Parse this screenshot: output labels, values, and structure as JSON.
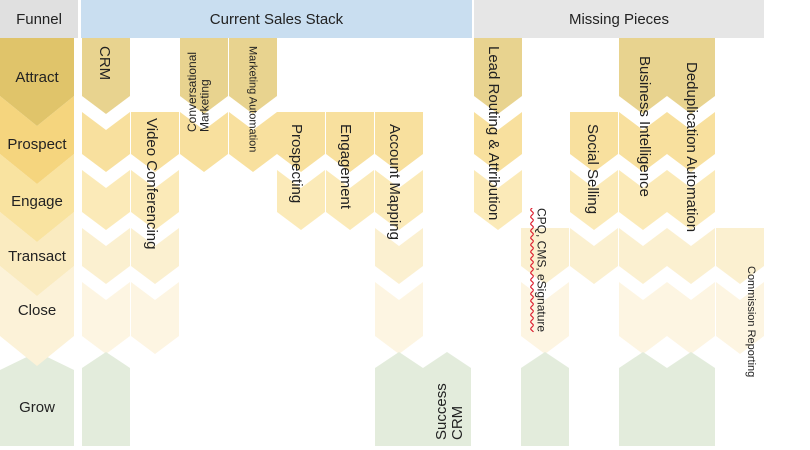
{
  "headers": {
    "funnel": "Funnel",
    "current": "Current Sales Stack",
    "missing": "Missing Pieces"
  },
  "stages": [
    {
      "key": "attract",
      "label": "Attract",
      "color": "#e0c46a"
    },
    {
      "key": "prospect",
      "label": "Prospect",
      "color": "#f5d57e"
    },
    {
      "key": "engage",
      "label": "Engage",
      "color": "#f9e3a0"
    },
    {
      "key": "transact",
      "label": "Transact",
      "color": "#faebc0"
    },
    {
      "key": "close",
      "label": "Close",
      "color": "#fcf2d8"
    },
    {
      "key": "grow",
      "label": "Grow",
      "color": "#e3ecdc"
    }
  ],
  "tools": [
    {
      "key": "crm",
      "label": "CRM",
      "group": "current",
      "stages": [
        "attract",
        "prospect",
        "engage",
        "transact",
        "close",
        "grow"
      ]
    },
    {
      "key": "video",
      "label": "Video Conferencing",
      "group": "current",
      "stages": [
        "prospect",
        "engage",
        "transact",
        "close"
      ]
    },
    {
      "key": "conversational",
      "label": "Conversational Marketing",
      "group": "current",
      "stages": [
        "attract",
        "prospect"
      ]
    },
    {
      "key": "automation",
      "label": "Marketing Automation",
      "group": "current",
      "stages": [
        "attract",
        "prospect"
      ]
    },
    {
      "key": "prospecting",
      "label": "Prospecting",
      "group": "current",
      "stages": [
        "prospect",
        "engage"
      ]
    },
    {
      "key": "engagement",
      "label": "Engagement",
      "group": "current",
      "stages": [
        "prospect",
        "engage"
      ]
    },
    {
      "key": "account",
      "label": "Account Mapping",
      "group": "current",
      "stages": [
        "prospect",
        "engage",
        "transact",
        "close",
        "grow"
      ]
    },
    {
      "key": "success",
      "label": "Success CRM",
      "group": "current",
      "stages": [
        "grow"
      ]
    },
    {
      "key": "routing",
      "label": "Lead Routing & Attribution",
      "group": "missing",
      "stages": [
        "attract",
        "prospect",
        "engage"
      ]
    },
    {
      "key": "cpq",
      "label": "CPQ, CMS, eSignature",
      "group": "missing",
      "stages": [
        "transact",
        "close",
        "grow"
      ]
    },
    {
      "key": "social",
      "label": "Social Selling",
      "group": "missing",
      "stages": [
        "prospect",
        "engage",
        "transact"
      ]
    },
    {
      "key": "bi",
      "label": "Business Intelligence",
      "group": "missing",
      "stages": [
        "attract",
        "prospect",
        "engage",
        "transact",
        "close",
        "grow"
      ]
    },
    {
      "key": "dedup",
      "label": "Deduplication Automation",
      "group": "missing",
      "stages": [
        "attract",
        "prospect",
        "engage",
        "transact",
        "close",
        "grow"
      ]
    },
    {
      "key": "commission",
      "label": "Commission Reporting",
      "group": "missing",
      "stages": [
        "transact",
        "close"
      ]
    }
  ]
}
